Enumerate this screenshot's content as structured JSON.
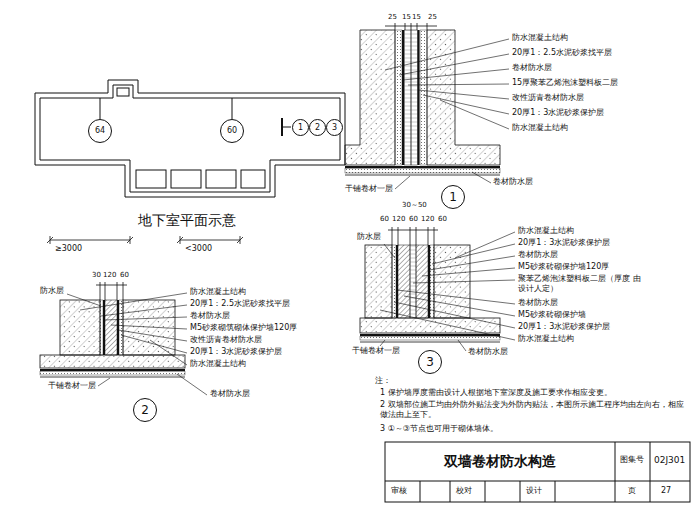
{
  "diagram": {
    "title": "双墙卷材防水构造",
    "nodes": [
      {
        "text": [
          "64"
        ]
      },
      {
        "text": [
          "60"
        ]
      },
      {
        "text": [
          "1"
        ]
      },
      {
        "text": [
          "2"
        ]
      },
      {
        "text": [
          "3"
        ]
      },
      {
        "text": [
          "1"
        ]
      },
      {
        "text": [
          "3"
        ]
      },
      {
        "text": [
          "2"
        ]
      }
    ],
    "labels": [
      "≥3000",
      "<3000",
      "地下室平面示意",
      "25",
      "15",
      "15",
      "25",
      "防水混凝土结构",
      "20厚1：2.5水泥砂浆找平层",
      "卷材防水层",
      "15厚聚苯乙烯泡沫塑料板二层",
      "改性沥青卷材防水层",
      "20厚1：3水泥砂浆保护层",
      "防水混凝土结构",
      "干铺卷材一层",
      "卷材防水层",
      "30～50",
      "60",
      "120",
      "60",
      "120",
      "60",
      "防水层",
      "防水混凝土结构",
      "20厚1：3水泥砂浆保护层",
      "卷材防水层",
      "M5砂浆砖砌保护墙120厚",
      "聚苯乙烯泡沫塑料板二层（厚度 由设计人定）",
      "卷材防水层",
      "M5砂浆砖砌保护墙",
      "20厚1：3水泥砂浆保护层",
      "防水混凝土结构",
      "干铺卷材一层",
      "卷材防水层",
      "30",
      "120",
      "60",
      "防水层",
      "防水混凝土结构",
      "20厚1：2.5水泥砂浆找平层",
      "卷材防水层",
      "M5砂浆砌筑砌体保护墙120厚",
      "改性沥青卷材防水层",
      "20厚1：3水泥砂浆保护层",
      "防水混凝土结构",
      "干铺卷材一层",
      "卷材防水层",
      "注：",
      "1 保护墙厚度需由设计人根据地下室深度及施工要求作相应变更。",
      "2 双墙部位施工均由外防外贴法变为外防内贴法，本图所示施工程序均由左向右，相应做法由上至下。",
      "3 ①～③节点也可用于砌体墙体。",
      "图集号",
      "02J301",
      "审核",
      "校对",
      "设计",
      "页",
      "27"
    ]
  }
}
